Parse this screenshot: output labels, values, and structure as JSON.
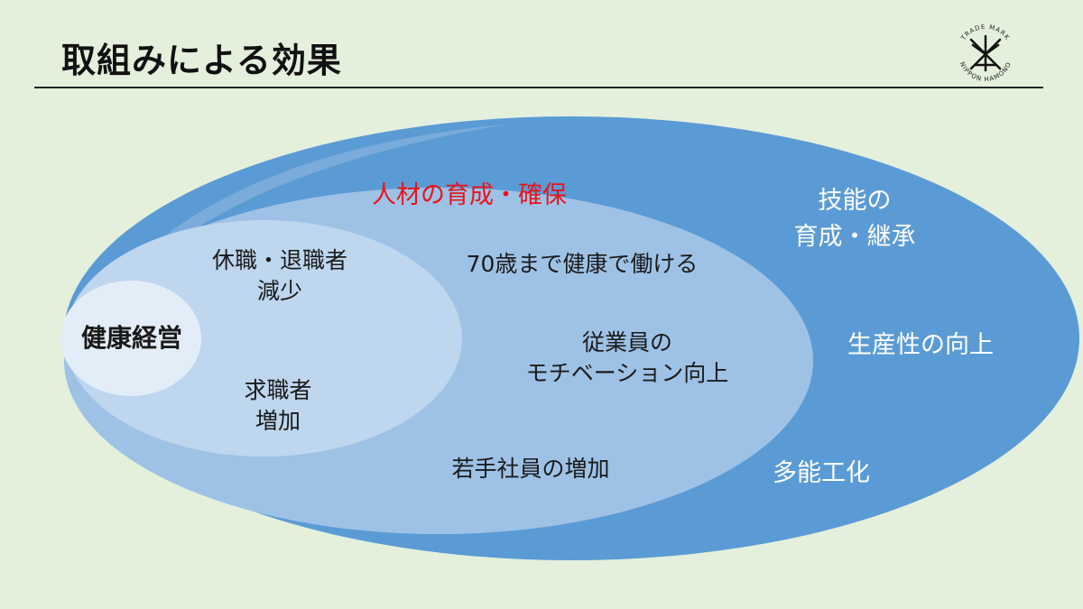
{
  "title": "取組みによる効果",
  "logo": {
    "text_top": "TRADE MARK",
    "text_bottom": "NIPPON HAMONO"
  },
  "rings": {
    "inner": {
      "label": "健康経営",
      "color": "#e3edf8"
    },
    "second": {
      "items": [
        "休職・退職者\n減少",
        "求職者\n増加"
      ],
      "color": "#bed6ee"
    },
    "third": {
      "header": "人材の育成・確保",
      "items": [
        "70歳まで健康で働ける",
        "従業員の\nモチベーション向上",
        "若手社員の増加"
      ],
      "color": "#9ec2e6"
    },
    "outer": {
      "items": [
        "技能の\n育成・継承",
        "生産性の向上",
        "多能工化"
      ],
      "color": "#5b9bd5"
    }
  }
}
